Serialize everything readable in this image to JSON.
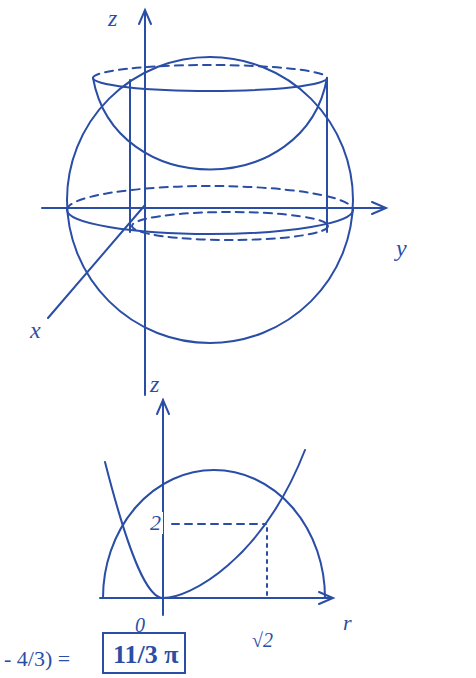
{
  "diagram": {
    "nodes": [
      {
        "text": [
          "11/3 π"
        ]
      }
    ],
    "labels": [
      "z",
      "y",
      "x",
      "z",
      "2",
      "0",
      "√2",
      "r",
      "- 4/3) ="
    ]
  }
}
